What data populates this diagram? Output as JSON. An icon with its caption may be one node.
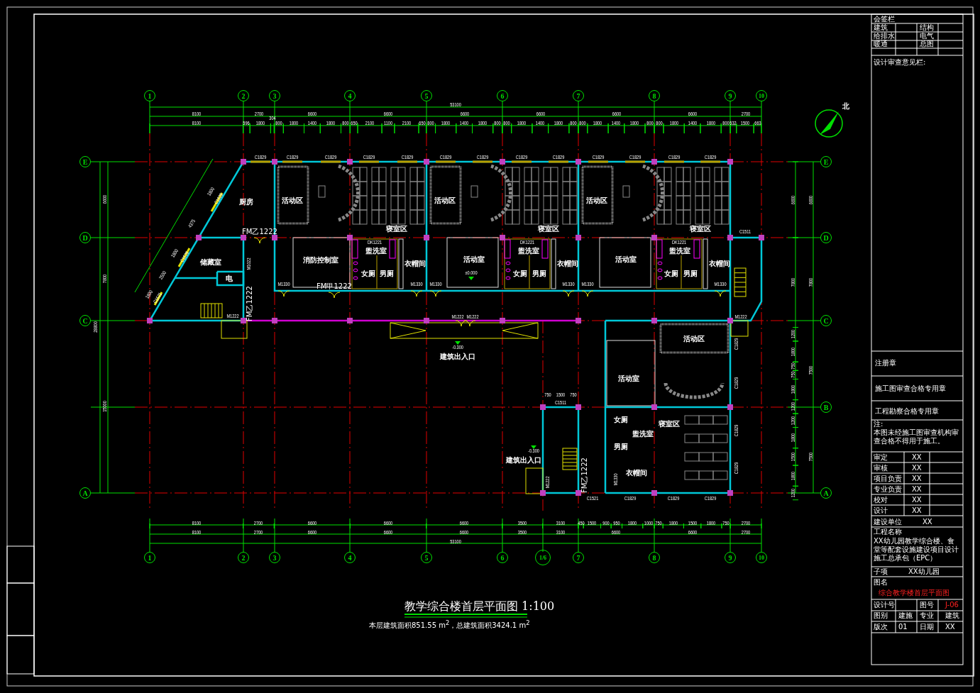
{
  "diagram": {
    "title": "教学综合楼首层平面图 1:100",
    "caption": "本层建筑面积851.55 m$^{2}$，总建筑面积3424.1 m$^{2}$",
    "nodes": [
      {
        "text": [
          "1"
        ]
      },
      {
        "text": [
          "2"
        ]
      },
      {
        "text": [
          "3"
        ]
      },
      {
        "text": [
          "4"
        ]
      },
      {
        "text": [
          "5"
        ]
      },
      {
        "text": [
          "6"
        ]
      },
      {
        "text": [
          "7"
        ]
      },
      {
        "text": [
          "8"
        ]
      },
      {
        "text": [
          "9"
        ]
      },
      {
        "text": [
          "10"
        ]
      },
      {
        "text": [
          "E"
        ]
      },
      {
        "text": [
          "E"
        ]
      },
      {
        "text": [
          "D"
        ]
      },
      {
        "text": [
          "D"
        ]
      },
      {
        "text": [
          "C"
        ]
      },
      {
        "text": [
          "C"
        ]
      },
      {
        "text": [
          "B"
        ]
      },
      {
        "text": [
          "A"
        ]
      },
      {
        "text": [
          "A"
        ]
      },
      {
        "text": [
          "1"
        ]
      },
      {
        "text": [
          "2"
        ]
      },
      {
        "text": [
          "3"
        ]
      },
      {
        "text": [
          "4"
        ]
      },
      {
        "text": [
          "5"
        ]
      },
      {
        "text": [
          "6"
        ]
      },
      {
        "text": [
          "1/6"
        ]
      },
      {
        "text": [
          "7"
        ]
      },
      {
        "text": [
          "8"
        ]
      },
      {
        "text": [
          "9"
        ]
      },
      {
        "text": [
          "10"
        ]
      }
    ],
    "labels": [
      "53100",
      "8100",
      "2700",
      "6600",
      "6600",
      "6600",
      "6600",
      "6600",
      "6600",
      "2700",
      "8100",
      "596",
      "1800",
      "304",
      "800",
      "1800",
      "1400",
      "1800",
      "800",
      "650",
      "2100",
      "1100",
      "2100",
      "650",
      "800",
      "1800",
      "1400",
      "1800",
      "800",
      "800",
      "1800",
      "1400",
      "1800",
      "800",
      "800",
      "1800",
      "1400",
      "1800",
      "800",
      "800",
      "1800",
      "1400",
      "1800",
      "800",
      "532",
      "1500",
      "663",
      "8100",
      "2700",
      "6600",
      "6600",
      "6600",
      "3500",
      "3100",
      "450",
      "1500",
      "900",
      "950",
      "1800",
      "1000",
      "750",
      "1800",
      "1500",
      "1800",
      "750",
      "2700",
      "8100",
      "2700",
      "6600",
      "6600",
      "6600",
      "3500",
      "3100",
      "6600",
      "6600",
      "2700",
      "53100",
      "6600",
      "7800",
      "15000",
      "28800",
      "6600",
      "7800",
      "1200",
      "1800",
      "750",
      "750",
      "1800",
      "1200",
      "1200",
      "1800",
      "1500",
      "1800",
      "1200",
      "6600",
      "7800",
      "7500",
      "7500",
      "1800",
      "4375",
      "1800",
      "2500",
      "1800",
      "C1829",
      "C1528",
      "C1521",
      "C1829",
      "C1829",
      "C1829",
      "C1829",
      "C1829",
      "C1829",
      "C1829",
      "C1829",
      "C1829",
      "C1829",
      "C1829",
      "C1829",
      "C1829",
      "C1511",
      "FM乙1222",
      "厨房",
      "活动区",
      "活动区",
      "活动区",
      "寝室区",
      "寝室区",
      "寝室区",
      "DK1221",
      "DK1221",
      "DK1221",
      "储藏室",
      "M1022",
      "消防控制室",
      "盥洗室",
      "盥洗室",
      "盥洗室",
      "衣帽间",
      "衣帽间",
      "衣帽间",
      "活动室",
      "活动室",
      "女厕",
      "男厕",
      "女厕",
      "男厕",
      "女厕",
      "男厕",
      "±0.000",
      "电",
      "M1330",
      "M1330",
      "M1330",
      "M1330",
      "M1330",
      "M1330",
      "FM甲1222",
      "FM乙1222",
      "M1222",
      "M1222",
      "M1222",
      "M1222",
      "-0.300",
      "建筑出入口",
      "活动区",
      "C1829",
      "C1829",
      "C1829",
      "C1829",
      "活动室",
      "750",
      "1500",
      "750",
      "C1511",
      "女厕",
      "寝室区",
      "盥洗室",
      "男厕",
      "-0.300",
      "建筑出入口",
      "衣帽间",
      "M1222",
      "FM乙1222",
      "M1330",
      "C1521",
      "C1829",
      "C1829",
      "C1829",
      "北",
      "会签栏",
      "建筑",
      "结构",
      "给排水",
      "电气",
      "暖通",
      "总图",
      "设计审查意见栏:",
      "注册章",
      "施工图审查合格专用章",
      "工程勘察合格专用章",
      "注:",
      "本图未经施工图审查机构审查合格不得用于施工。",
      "审定",
      "XX",
      "审核",
      "XX",
      "项目负责",
      "XX",
      "专业负责",
      "XX",
      "校对",
      "XX",
      "设计",
      "XX",
      "建设单位",
      "XX",
      "工程名称",
      "XX幼儿园教学综合楼、食堂等配套设施建设项目设计施工总承包（EPC）",
      "子项",
      "XX幼儿园",
      "图名",
      "综合教学楼首层平面图",
      "设计号",
      "图号",
      "J-06",
      "图别",
      "建施",
      "专业",
      "建筑",
      "版次",
      "01",
      "日期",
      "XX"
    ]
  }
}
